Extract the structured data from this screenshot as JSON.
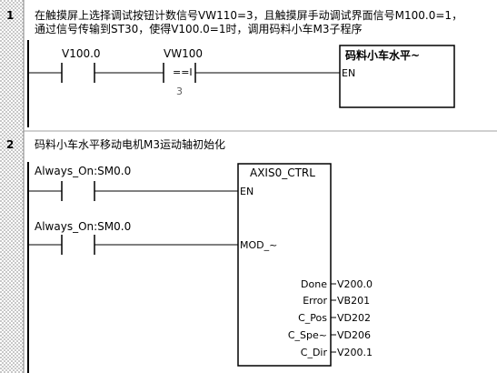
{
  "networks": [
    {
      "number": "1",
      "comment_line1": "在触摸屏上选择调试按钮计数信号VW110=3，且触摸屏手动调试界面信号M100.0=1，",
      "comment_line2": "通过信号传输到ST30，使得V100.0=1时，调用码料小车M3子程序",
      "contact1": {
        "label": "V100.0"
      },
      "compare": {
        "label": "VW100",
        "op": "==I",
        "value": "3"
      },
      "box": {
        "title": "码料小车水平~",
        "input_en": "EN"
      }
    },
    {
      "number": "2",
      "comment": "码料小车水平移动电机M3运动轴初始化",
      "contact1": {
        "label": "Always_On:SM0.0"
      },
      "contact2": {
        "label": "Always_On:SM0.0"
      },
      "box": {
        "title": "AXIS0_CTRL",
        "inputs": [
          "EN",
          "MOD_~"
        ],
        "outputs": [
          {
            "pin": "Done",
            "value": "V200.0"
          },
          {
            "pin": "Error",
            "value": "VB201"
          },
          {
            "pin": "C_Pos",
            "value": "VD202"
          },
          {
            "pin": "C_Spe~",
            "value": "VD206"
          },
          {
            "pin": "C_Dir",
            "value": "V200.1"
          }
        ]
      }
    }
  ],
  "colors": {
    "gutter": "#d4d0c8",
    "line": "#000000",
    "comment_value": "#606060"
  }
}
